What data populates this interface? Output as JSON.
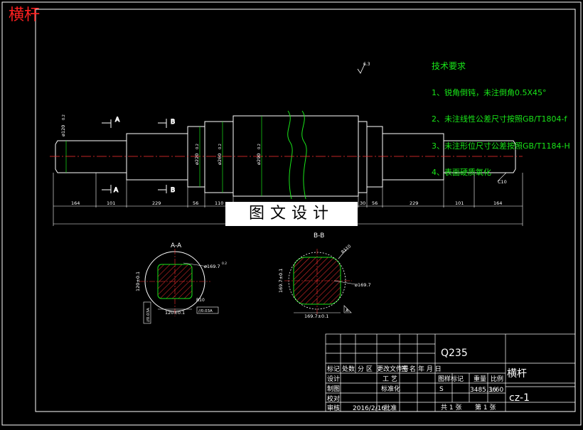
{
  "corner_title": "横杆",
  "technical_requirements": {
    "title": "技术要求",
    "items": [
      "1、锐角倒钝，未注倒角0.5X45°",
      "2、未注线性公差尺寸按照GB/T1804-f",
      "3、未注形位尺寸公差按照GB/T1184-H",
      "4、表面硬质氧化"
    ]
  },
  "roughness_note": "6.3",
  "section_markers": {
    "a": "A",
    "b": "B"
  },
  "main_view": {
    "end_diameter": "ø120",
    "d1": "ø220",
    "d2": "ø260",
    "d3": "ø290",
    "chamfer": "C10",
    "tol": "0.2",
    "lengths_left": [
      "164",
      "101",
      "229",
      "56",
      "110"
    ],
    "lengths_right": [
      "30",
      "56",
      "229",
      "101",
      "164"
    ]
  },
  "section_aa": {
    "title": "A-A",
    "dia": "ø169.7",
    "vert": "120±0.1",
    "horiz": "120±0.1",
    "r": "R10",
    "flat": "//0.03A",
    "flat2": "//0.03A",
    "tol": "0.2"
  },
  "section_bb": {
    "title": "B-B",
    "r": "R110",
    "dia": "ø169.7",
    "vert": "169.7±0.1",
    "horiz": "169.7±0.1",
    "datum": "A"
  },
  "watermark": "图文设计",
  "title_block": {
    "material": "Q235",
    "part_name": "横杆",
    "drawing_no": "cz-1",
    "weight": "3485.36",
    "scale": "1:60",
    "date": "2016/2/16",
    "labels": {
      "mark": "标记",
      "count": "处数",
      "zone": "分 区",
      "change_doc": "更改文件号",
      "signature": "签 名",
      "date_label": "年 月 日",
      "design": "设计",
      "draw": "制图",
      "check": "校对",
      "review": "审核",
      "process": "工 艺",
      "standard": "标准化",
      "approve": "批准",
      "stage_mark": "图样标记",
      "weight_label": "重量",
      "scale_label": "比例",
      "s": "S",
      "sheets": "共 1 张",
      "sheet": "第 1 张"
    }
  }
}
